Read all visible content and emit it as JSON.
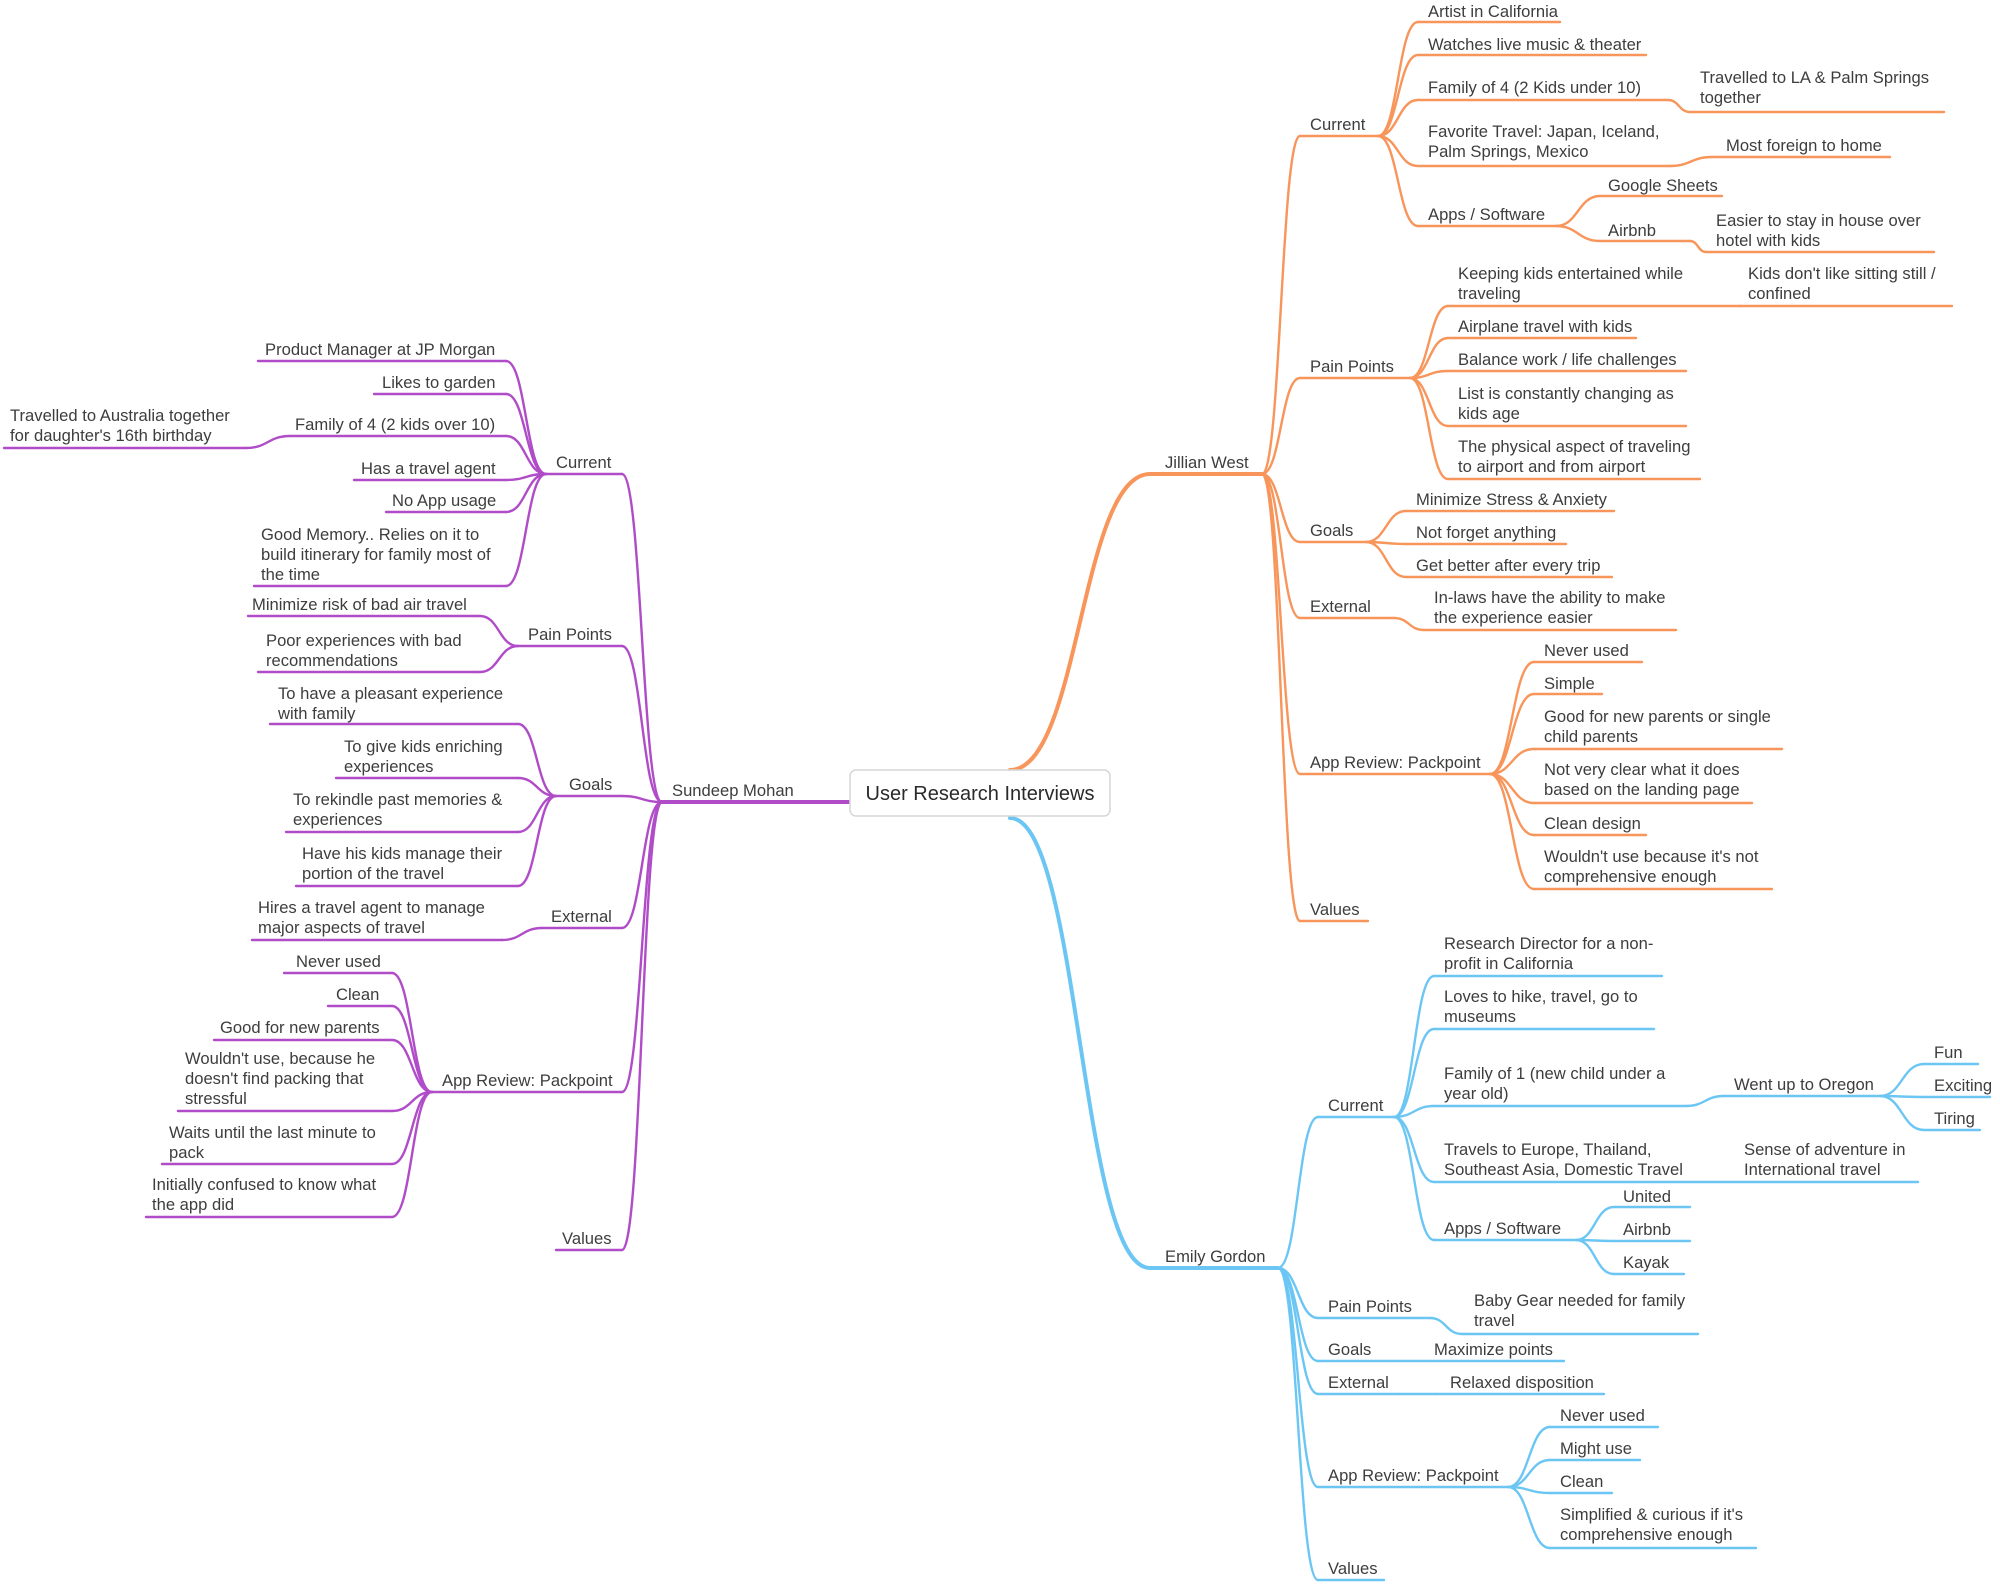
{
  "colors": {
    "orange": "#F7955A",
    "purple": "#B04CC8",
    "blue": "#6CC6F4",
    "root_border": "#d6d6d6",
    "text": "#3d3d3d"
  },
  "root": {
    "label": "User Research Interviews"
  },
  "people": {
    "jillian": {
      "name": "Jillian West",
      "current": {
        "label": "Current",
        "items": [
          "Artist in California",
          "Watches live music & theater",
          "Family of 4 (2 Kids under 10)",
          "Travelled to LA & Palm Springs",
          "together",
          "Favorite Travel: Japan, Iceland,",
          "Palm Springs, Mexico",
          "Most foreign to home"
        ],
        "apps_label": "Apps / Software",
        "apps": [
          "Google Sheets",
          "Airbnb",
          "Easier to stay in house over",
          "hotel with kids"
        ]
      },
      "pain_points": {
        "label": "Pain Points",
        "items": [
          "Keeping kids entertained while",
          "traveling",
          "Kids don't like sitting still /",
          "confined",
          "Airplane travel with kids",
          "Balance work / life challenges",
          "List is constantly changing as",
          "kids age",
          "The physical aspect of traveling",
          "to airport and from airport"
        ]
      },
      "goals": {
        "label": "Goals",
        "items": [
          "Minimize Stress & Anxiety",
          "Not forget anything",
          "Get better after every trip"
        ]
      },
      "external": {
        "label": "External",
        "items": [
          "In-laws have the ability to make",
          "the experience easier"
        ]
      },
      "app_review": {
        "label": "App Review: Packpoint",
        "items": [
          "Never used",
          "Simple",
          "Good for new parents or single",
          "child parents",
          "Not very clear what it does",
          "based on the landing page",
          "Clean design",
          "Wouldn't use because it's not",
          "comprehensive enough"
        ]
      },
      "values": {
        "label": "Values"
      }
    },
    "emily": {
      "name": "Emily Gordon",
      "current": {
        "label": "Current",
        "items": [
          "Research Director for a non-",
          "profit in California",
          "Loves to hike, travel, go to",
          "museums",
          "Family of 1 (new child under a",
          "year old)",
          "Went up to Oregon",
          "Fun",
          "Exciting",
          "Tiring",
          "Travels to Europe, Thailand,",
          "Southeast Asia, Domestic Travel",
          "Sense of adventure in",
          "International travel"
        ],
        "apps_label": "Apps / Software",
        "apps": [
          "United",
          "Airbnb",
          "Kayak"
        ]
      },
      "pain_points": {
        "label": "Pain Points",
        "items": [
          "Baby Gear needed for family",
          "travel"
        ]
      },
      "goals": {
        "label": "Goals",
        "items": [
          "Maximize points"
        ]
      },
      "external": {
        "label": "External",
        "items": [
          "Relaxed disposition"
        ]
      },
      "app_review": {
        "label": "App Review: Packpoint",
        "items": [
          "Never used",
          "Might use",
          "Clean",
          "Simplified & curious if it's",
          "comprehensive enough"
        ]
      },
      "values": {
        "label": "Values"
      }
    },
    "sundeep": {
      "name": "Sundeep Mohan",
      "current": {
        "label": "Current",
        "items": [
          "Product Manager at JP Morgan",
          "Likes to garden",
          "Family of 4 (2 kids over 10)",
          "Travelled to Australia together",
          "for daughter's 16th birthday",
          "Has a travel agent",
          "No App usage",
          "Good Memory.. Relies on it to",
          "build itinerary for family most of",
          "the time"
        ]
      },
      "pain_points": {
        "label": "Pain Points",
        "items": [
          "Minimize risk of bad air travel",
          "Poor experiences with bad",
          "recommendations"
        ]
      },
      "goals": {
        "label": "Goals",
        "items": [
          "To have a pleasant experience",
          "with family",
          "To give kids enriching",
          "experiences",
          "To rekindle past memories &",
          "experiences",
          "Have his kids manage their",
          "portion of the travel"
        ]
      },
      "external": {
        "label": "External",
        "items": [
          "Hires a travel agent to manage",
          "major aspects of travel"
        ]
      },
      "app_review": {
        "label": "App Review: Packpoint",
        "items": [
          "Never used",
          "Clean",
          "Good for new parents",
          "Wouldn't use, because he",
          "doesn't find packing that",
          "stressful",
          "Waits until the last minute to",
          "pack",
          "Initially confused to know what",
          "the app did"
        ]
      },
      "values": {
        "label": "Values"
      }
    }
  }
}
